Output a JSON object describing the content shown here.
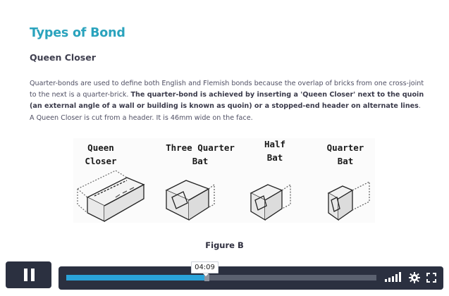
{
  "slide": {
    "title": "Types of Bond",
    "subtitle": "Queen Closer",
    "paragraph": {
      "intro": "Quarter-bonds are used to define both English and Flemish bonds because the overlap of bricks from one cross-joint to the next is a quarter-brick. ",
      "bold": "The quarter-bond is achieved by inserting a 'Queen Closer' next to the quoin (an external angle of a wall or building is known as quoin) or a stopped-end header on alternate lines",
      "outro": ". A Queen Closer is cut from a header. It is 46mm wide on the face."
    },
    "figure": {
      "labels": [
        {
          "line1": "Queen",
          "line2": "Closer"
        },
        {
          "line1": "Three Quarter",
          "line2": "Bat"
        },
        {
          "line1": "Half",
          "line2": "Bat"
        },
        {
          "line1": "Quarter",
          "line2": "Bat"
        }
      ]
    },
    "caption": "Figure B"
  },
  "player": {
    "state": "playing",
    "pause_icon": "pause-icon",
    "time_tooltip": "04:09",
    "progress": 0.45,
    "volume_icon": "volume-bars-icon",
    "settings_icon": "gear-icon",
    "fullscreen_icon": "fullscreen-icon",
    "colors": {
      "accent": "#2aa3d9",
      "title": "#2aa3bd",
      "control_bg": "#2b3040"
    }
  }
}
